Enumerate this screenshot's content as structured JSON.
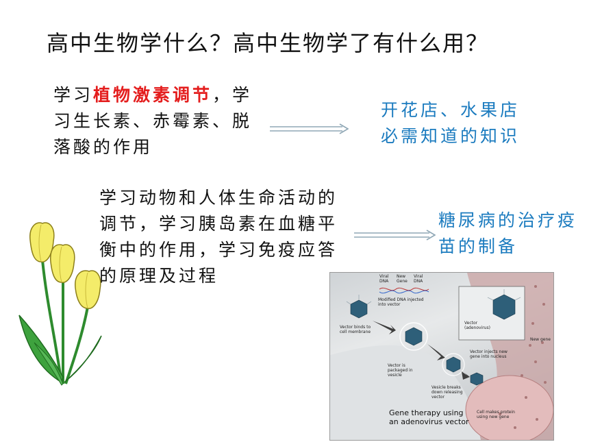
{
  "title": "高中生物学什么？高中生物学了有什么用？",
  "block1": {
    "prefix": "学习",
    "highlight": "植物激素调节",
    "suffix": "，学习生长素、赤霉素、脱落酸的作用"
  },
  "result1": "开花店、水果店必需知道的知识",
  "block2": "学习动物和人体生命活动的调节，学习胰岛素在血糖平衡中的作用，学习免疫应答的原理及过程",
  "result2": "糖尿病的治疗疫苗的制备",
  "figure": {
    "caption_line1": "Gene therapy using",
    "caption_line2": "an adenovirus vector",
    "labels": {
      "viral_dna_1": "Viral DNA",
      "new_gene": "New Gene",
      "viral_dna_2": "Viral DNA",
      "modified_dna": "Modified DNA injected into vector",
      "vector_binds": "Vector binds to cell membrane",
      "vector_adenovirus": "Vector (adenovirus)",
      "new_gene_small": "New gene",
      "vector_injects": "Vector injects new gene into nucleus",
      "vector_packaged": "Vector is packaged in vesicle",
      "vesicle_breaks": "Vesicle breaks down releasing vector",
      "cell_makes_protein": "Cell makes protein using new gene"
    }
  },
  "colors": {
    "highlight": "#e41e1e",
    "result_text": "#1b7bbf",
    "arrow": "#8fa7b5",
    "tulip_petal": "#f4ec6a",
    "tulip_stem": "#2e8b2e"
  }
}
